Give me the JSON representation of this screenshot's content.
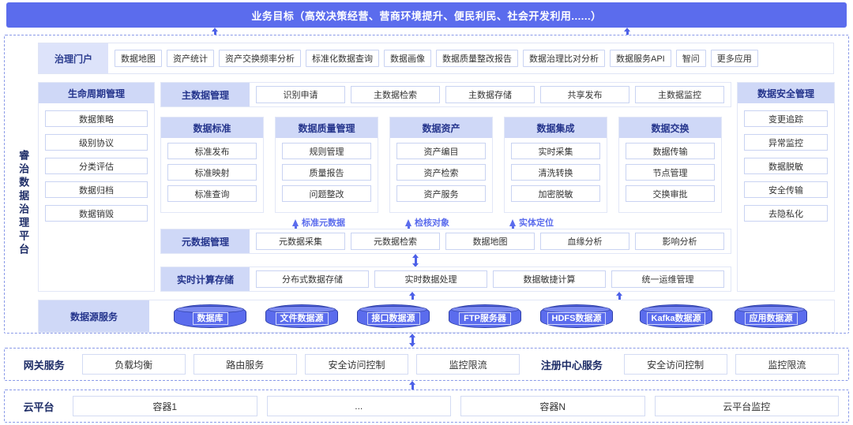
{
  "banner": {
    "title": "业务目标（高效决策经营、营商环境提升、便民利民、社会开发利用......）"
  },
  "platform": {
    "vertical_label": "睿治数据治理平台"
  },
  "portal": {
    "title": "治理门户",
    "items": [
      {
        "label": "数据地图"
      },
      {
        "label": "资产统计"
      },
      {
        "label": "资产交换频率分析"
      },
      {
        "label": "标准化数据查询"
      },
      {
        "label": "数据画像"
      },
      {
        "label": "数据质量整改报告"
      },
      {
        "label": "数据治理比对分析"
      },
      {
        "label": "数据服务API"
      },
      {
        "label": "智问"
      },
      {
        "label": "更多应用"
      }
    ]
  },
  "lifecycle": {
    "title": "生命周期管理",
    "items": [
      {
        "label": "数据策略"
      },
      {
        "label": "级别协议"
      },
      {
        "label": "分类评估"
      },
      {
        "label": "数据归档"
      },
      {
        "label": "数据销毁"
      }
    ]
  },
  "master_data": {
    "title": "主数据管理",
    "items": [
      {
        "label": "识别申请"
      },
      {
        "label": "主数据检索"
      },
      {
        "label": "主数据存储"
      },
      {
        "label": "共享发布"
      },
      {
        "label": "主数据监控"
      }
    ]
  },
  "security": {
    "title": "数据安全管理",
    "items": [
      {
        "label": "变更追踪"
      },
      {
        "label": "异常监控"
      },
      {
        "label": "数据脱敏"
      },
      {
        "label": "安全传输"
      },
      {
        "label": "去隐私化"
      }
    ]
  },
  "columns": [
    {
      "title": "数据标准",
      "items": [
        {
          "label": "标准发布"
        },
        {
          "label": "标准映射"
        },
        {
          "label": "标准查询"
        }
      ]
    },
    {
      "title": "数据质量管理",
      "items": [
        {
          "label": "规则管理"
        },
        {
          "label": "质量报告"
        },
        {
          "label": "问题整改"
        }
      ]
    },
    {
      "title": "数据资产",
      "items": [
        {
          "label": "资产编目"
        },
        {
          "label": "资产检索"
        },
        {
          "label": "资产服务"
        }
      ]
    },
    {
      "title": "数据集成",
      "items": [
        {
          "label": "实时采集"
        },
        {
          "label": "清洗转换"
        },
        {
          "label": "加密脱敏"
        }
      ]
    },
    {
      "title": "数据交换",
      "items": [
        {
          "label": "数据传输"
        },
        {
          "label": "节点管理"
        },
        {
          "label": "交换审批"
        }
      ]
    }
  ],
  "arrow_captions": [
    {
      "label": "标准元数据"
    },
    {
      "label": "检核对象"
    },
    {
      "label": "实体定位"
    }
  ],
  "metadata": {
    "title": "元数据管理",
    "items": [
      {
        "label": "元数据采集"
      },
      {
        "label": "元数据检索"
      },
      {
        "label": "数据地图"
      },
      {
        "label": "血缘分析"
      },
      {
        "label": "影响分析"
      }
    ]
  },
  "realtime": {
    "title": "实时计算存储",
    "items": [
      {
        "label": "分布式数据存储"
      },
      {
        "label": "实时数据处理"
      },
      {
        "label": "数据敏捷计算"
      },
      {
        "label": "统一运维管理"
      }
    ]
  },
  "datasource": {
    "title": "数据源服务",
    "items": [
      {
        "label": "数据库"
      },
      {
        "label": "文件数据源"
      },
      {
        "label": "接口数据源"
      },
      {
        "label": "FTP服务器"
      },
      {
        "label": "HDFS数据源"
      },
      {
        "label": "Kafka数据源"
      },
      {
        "label": "应用数据源"
      }
    ]
  },
  "gateway": {
    "title": "网关服务",
    "items": [
      {
        "label": "负载均衡"
      },
      {
        "label": "路由服务"
      },
      {
        "label": "安全访问控制"
      },
      {
        "label": "监控限流"
      }
    ]
  },
  "registry": {
    "title": "注册中心服务",
    "items": [
      {
        "label": "安全访问控制"
      },
      {
        "label": "监控限流"
      }
    ]
  },
  "cloud": {
    "title": "云平台",
    "items": [
      {
        "label": "容器1"
      },
      {
        "label": "..."
      },
      {
        "label": "容器N"
      },
      {
        "label": "云平台监控"
      }
    ]
  },
  "colors": {
    "accent": "#5b6ced",
    "head_bg": "#cfd8f7",
    "head_text": "#24348c",
    "chip_border": "#c9d3f2",
    "dashed_border": "#8a9ae8"
  }
}
